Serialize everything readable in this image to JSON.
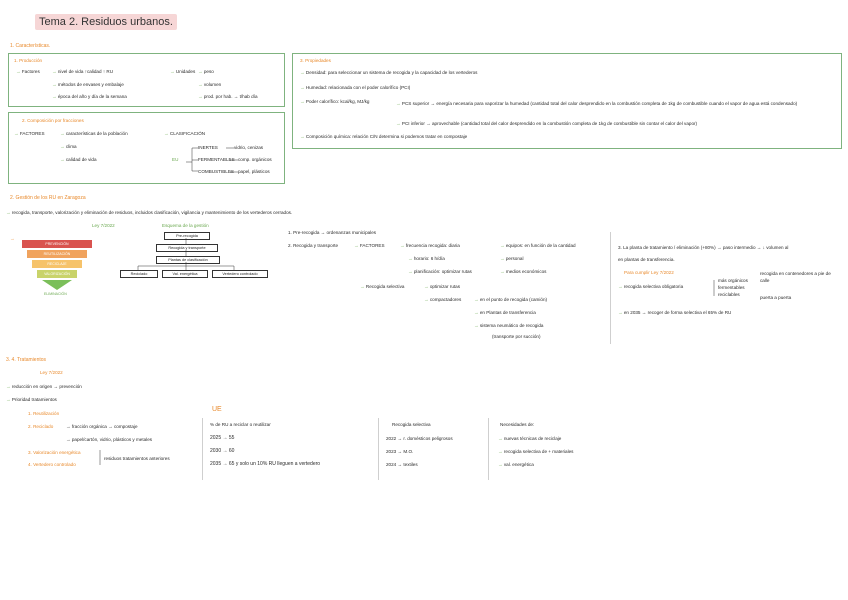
{
  "title": "Tema 2. Residuos urbanos.",
  "s1": {
    "head": "1. Características.",
    "b1": {
      "head": "1. Producción",
      "factores": "Factores",
      "f1": "nivel de vida ↑calidad ↑ RU",
      "f2": "métodos de envases y embalaje",
      "f3": "época del año y día de la semana",
      "u_head": "Unidades",
      "u1": "peso",
      "u2": "volumen",
      "u3": "prod. por hab. → t/hab día"
    },
    "b2": {
      "head": "2. Composición por fracciones",
      "factores": "FACTORES",
      "f1": "características de la población",
      "f2": "clima",
      "f3": "calidad de vida",
      "clas": "CLASIFICACIÓN",
      "c1": "INERTES",
      "c1v": "vidrio, cenizas",
      "c2": "FERMENTABLES",
      "c2v": "comp. orgánicos",
      "c3": "COMBUSTIBLES",
      "c3v": "papel, plásticos",
      "eu": "EU"
    },
    "b3": {
      "head": "3. Propiedades",
      "p1": "Densidad: para seleccionar un sistema de recogida y la capacidad de los vertederos",
      "p2": "Humedad: relacionada con el poder calorífico (PCI)",
      "p3a": "Poder calorífico: kcal/kg, MJ/kg",
      "p3b": "PCS superior → energía necesaria para vaporizar la humedad (cantidad total del calor desprendido en la combustión completa de 1kg de combustible cuando el vapor de agua está condensado)",
      "p3c": "PCI inferior → aprovechable (cantidad total del calor desprendido en la combustión completa de 1kg de combustible sin contar el calor del vapor)",
      "p4": "Composición química: relación C/N determina si podemos tratar en compostaje"
    }
  },
  "s2": {
    "head": "2. Gestión de los RU en Zaragoza",
    "sub": "recogida, transporte, valorización y eliminación de residuos, incluidos clasificación, vigilancia y mantenimiento de los vertederos cerrados.",
    "ley": "Ley 7/2022",
    "esq": "Esquema de la gestión",
    "pyr": [
      "PREVENCIÓN",
      "REUTILIZACIÓN",
      "RECICLAJE",
      "VALORIZACIÓN",
      "ELIMINACIÓN"
    ],
    "flow": {
      "pre": "Pre-recogida",
      "rec": "Recogida y transporte",
      "plant": "Plantas de clasificación",
      "r1": "Reciclado",
      "r2": "Val. energética",
      "r3": "Vertedero controlado"
    },
    "steps": {
      "s1": "1. Pre-recogida → ordenanzas municipales",
      "s2": "2. Recogida y transporte",
      "factores": "FACTORES",
      "fa": "frecuencia recogida: diaria",
      "fb": "horario: 6 h/día",
      "fc": "planificación: optimizar rutas",
      "fd": "equipos: en función de la cantidad",
      "fe": "personal",
      "ff": "medios económicos",
      "fg": "Recogida selectiva",
      "fh": "optimizar rutas",
      "fi": "compactadores",
      "fj": "en el punto de recogida (camión)",
      "fk": "en Plantas de transferencia",
      "fl": "sistema neumático de recogida",
      "fm": "(transporte por succión)"
    },
    "s3": {
      "head": "3. La planta de tratamiento / eliminación (+80%) → paso intermedio → ↓ volumen al",
      "head2": "en plantas de transferencia.",
      "para": "Para cumplir Ley 7/2022",
      "a1": "recogida selectiva obligatoria",
      "a2": "más orgánicos",
      "a3": "fermentables",
      "a4": "reciclables",
      "a5": "recogida en contenedores a pie de calle",
      "a6": "puerta a puerta",
      "a7": "en 2035 → recoger de forma selectiva el 65% de RU"
    }
  },
  "s3": {
    "head": "3. 4. Tratamientos",
    "ley": "Ley 7/2022",
    "l1": "reducción en origen → prevención",
    "l2": "Prioridad tratamientos",
    "t1": "1. Reutilización",
    "t2": "2. Reciclado",
    "t2a": "fracción orgánica → compostaje",
    "t2b": "papel/cartón, vidrio, plásticos y metales",
    "t3": "3. Valorización energética",
    "t4": "4. Vertedero controlado",
    "t34": "residuos tratamientos anteriores",
    "ue": {
      "head": "UE",
      "l1": "% de RU a reciclar o reutilizar",
      "l2": "2025 → 55",
      "l3": "2030 → 60",
      "l4": "2035 → 65 y solo un 10% RU lleguen a vertedero"
    },
    "sel": {
      "head": "Recogida selectiva",
      "l1": "2022 → r. domésticos peligrosos",
      "l2": "2023 → M.O.",
      "l3": "2024 → textiles"
    },
    "nec": {
      "head": "Necesidades de:",
      "l1": "nuevas técnicas de reciclaje",
      "l2": "recogida selectiva de + materiales",
      "l3": "val. energética"
    }
  },
  "colors": {
    "orange": "#e8892b",
    "green": "#6aa84f",
    "box": "#7fb37f",
    "title_bg": "#f6d6d6"
  }
}
